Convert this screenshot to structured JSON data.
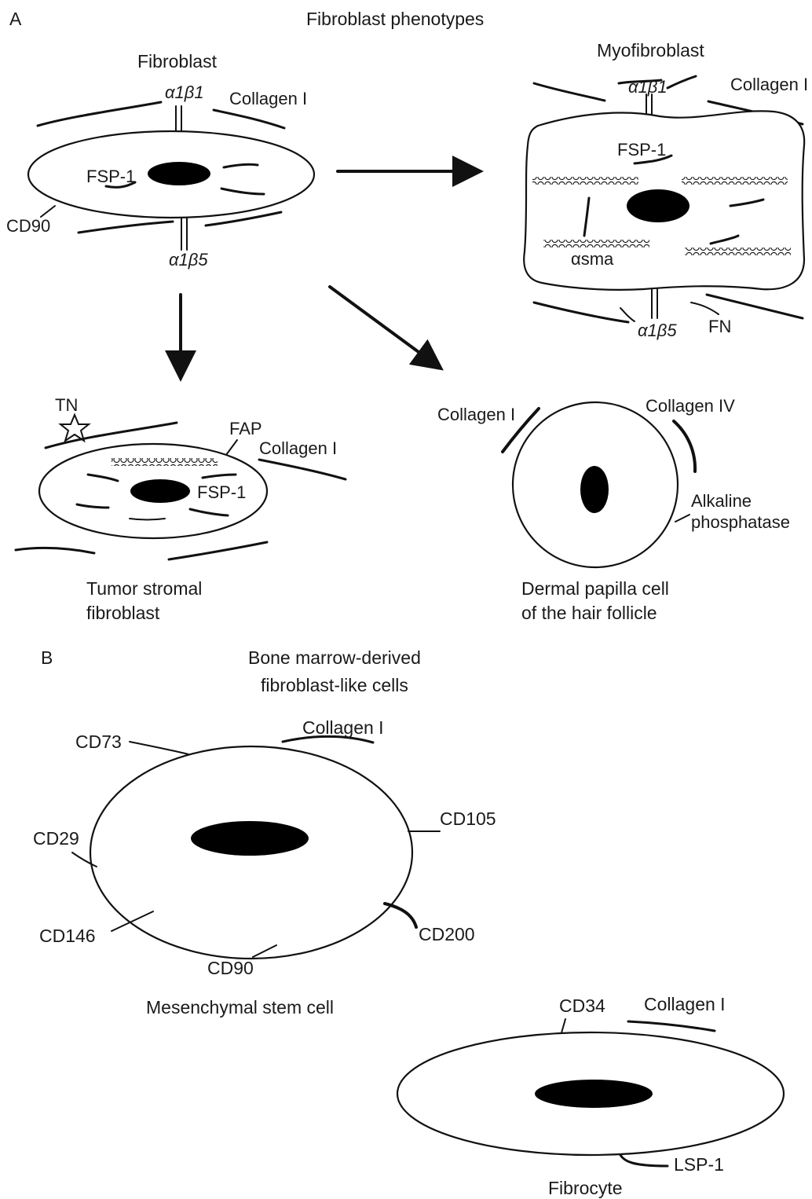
{
  "colors": {
    "ink": "#111111",
    "background": "#ffffff"
  },
  "panel_a": {
    "letter": "A",
    "title": "Fibroblast phenotypes",
    "fibroblast": {
      "title": "Fibroblast",
      "integrin_top": "α1β1",
      "integrin_bottom": "α1β5",
      "collagen": "Collagen I",
      "fsp": "FSP-1",
      "cd90": "CD90"
    },
    "myofibroblast": {
      "title": "Myofibroblast",
      "integrin_top": "α1β1",
      "integrin_bottom": "α1β5",
      "collagen": "Collagen I",
      "fsp": "FSP-1",
      "asma": "αsma",
      "fn": "FN"
    },
    "tumor": {
      "tn": "TN",
      "fap": "FAP",
      "collagen": "Collagen I",
      "fsp": "FSP-1",
      "caption_line1": "Tumor stromal",
      "caption_line2": "fibroblast"
    },
    "papilla": {
      "collagen1": "Collagen I",
      "collagen4": "Collagen IV",
      "alk_line1": "Alkaline",
      "alk_line2": "phosphatase",
      "caption_line1": "Dermal papilla cell",
      "caption_line2": "of the hair follicle"
    }
  },
  "panel_b": {
    "letter": "B",
    "title_line1": "Bone marrow-derived",
    "title_line2": "fibroblast-like cells",
    "msc": {
      "collagen": "Collagen I",
      "cd73": "CD73",
      "cd105": "CD105",
      "cd29": "CD29",
      "cd146": "CD146",
      "cd200": "CD200",
      "cd90": "CD90",
      "caption": "Mesenchymal stem cell"
    },
    "fibrocyte": {
      "cd34": "CD34",
      "collagen": "Collagen I",
      "lsp": "LSP-1",
      "caption": "Fibrocyte"
    }
  }
}
